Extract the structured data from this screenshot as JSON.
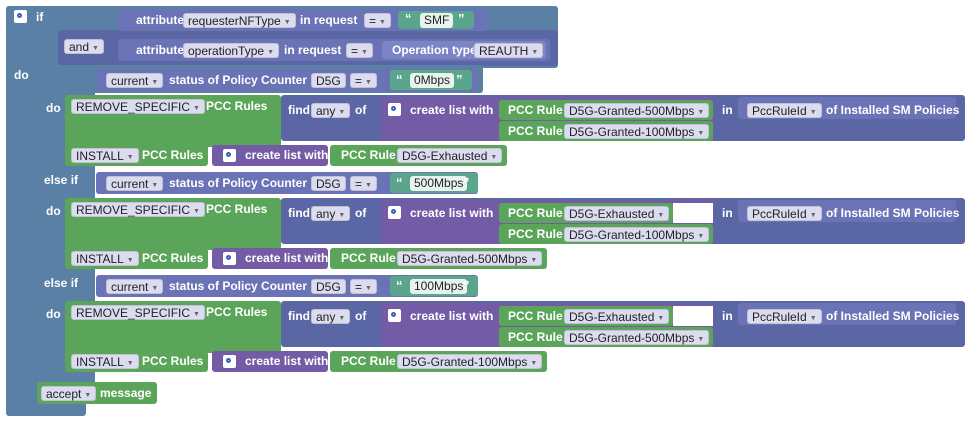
{
  "if1": {
    "if_label": "if",
    "and_op": "and",
    "attribute_label": "attribute",
    "in_request_label": "in request",
    "eq": "=",
    "r1_attr": "requesterNFType",
    "r1_value": "SMF",
    "r2_attr": "operationType",
    "r2_value_label": "Operation type",
    "r2_value": "REAUTH"
  },
  "do_label": "do",
  "else_if_label": "else if",
  "policy": {
    "current": "current",
    "status_text": "status of Policy Counter Id",
    "counter": "D5G",
    "eq": "="
  },
  "branches": [
    {
      "cond_value": "0Mbps",
      "remove_action": "REMOVE_SPECIFIC",
      "pcc_rules": "PCC Rules",
      "find": "find",
      "any": "any",
      "of": "of",
      "create_list": "create list with",
      "pcc_rule": "PCC Rule",
      "list_items": [
        "D5G-Granted-500Mbps",
        "D5G-Granted-100Mbps"
      ],
      "in": "in",
      "rule_field": "PccRuleId",
      "of_installed": "of Installed SM Policies",
      "install_action": "INSTALL",
      "install_rule": "D5G-Exhausted"
    },
    {
      "cond_value": "500Mbps",
      "remove_action": "REMOVE_SPECIFIC",
      "pcc_rules": "PCC Rules",
      "find": "find",
      "any": "any",
      "of": "of",
      "create_list": "create list with",
      "pcc_rule": "PCC Rule",
      "list_items": [
        "D5G-Exhausted",
        "D5G-Granted-100Mbps"
      ],
      "in": "in",
      "rule_field": "PccRuleId",
      "of_installed": "of Installed SM Policies",
      "install_action": "INSTALL",
      "install_rule": "D5G-Granted-500Mbps"
    },
    {
      "cond_value": "100Mbps",
      "remove_action": "REMOVE_SPECIFIC",
      "pcc_rules": "PCC Rules",
      "find": "find",
      "any": "any",
      "of": "of",
      "create_list": "create list with",
      "pcc_rule": "PCC Rule",
      "list_items": [
        "D5G-Exhausted",
        "D5G-Granted-500Mbps"
      ],
      "in": "in",
      "rule_field": "PccRuleId",
      "of_installed": "of Installed SM Policies",
      "install_action": "INSTALL",
      "install_rule": "D5G-Granted-100Mbps"
    }
  ],
  "accept": {
    "action": "accept",
    "message": "message"
  },
  "colors": {
    "control": "#5b80a5",
    "logic": "#5b67a5",
    "pcc": "#5ba55b",
    "list": "#745ba5",
    "text": "#5ba58c"
  }
}
